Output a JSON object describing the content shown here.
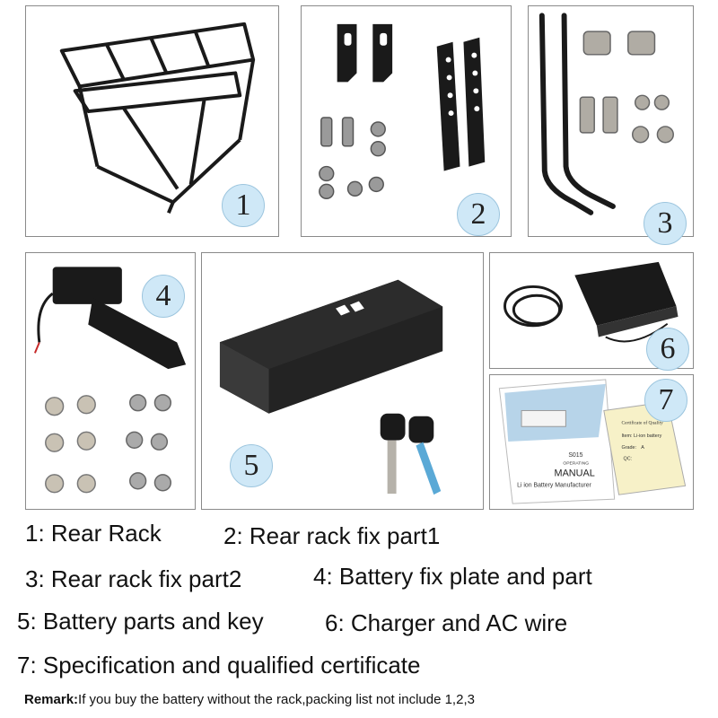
{
  "panels": [
    {
      "number": "1"
    },
    {
      "number": "2"
    },
    {
      "number": "3"
    },
    {
      "number": "4"
    },
    {
      "number": "5"
    },
    {
      "number": "6"
    },
    {
      "number": "7"
    }
  ],
  "product_print": {
    "manual_code": "S015",
    "manual_subtitle": "OPERATING",
    "manual_title": "MANUAL",
    "manual_footer": "Li ion Battery Manufacturer",
    "certificate_title": "Certificate of Quality",
    "certificate_item": "Item: Li-ion battery",
    "certificate_grade": "Grade:",
    "certificate_grade_value": "A",
    "certificate_qc": "QC:"
  },
  "captions": [
    "1: Rear Rack",
    "2: Rear rack fix part1",
    "3: Rear rack fix part2",
    "4: Battery fix plate and part",
    "5: Battery parts and key",
    "6: Charger and AC wire",
    "7: Specification and qualified certificate"
  ],
  "remark": {
    "label": "Remark:",
    "text": "If you buy the battery without the rack,packing list not include 1,2,3"
  }
}
